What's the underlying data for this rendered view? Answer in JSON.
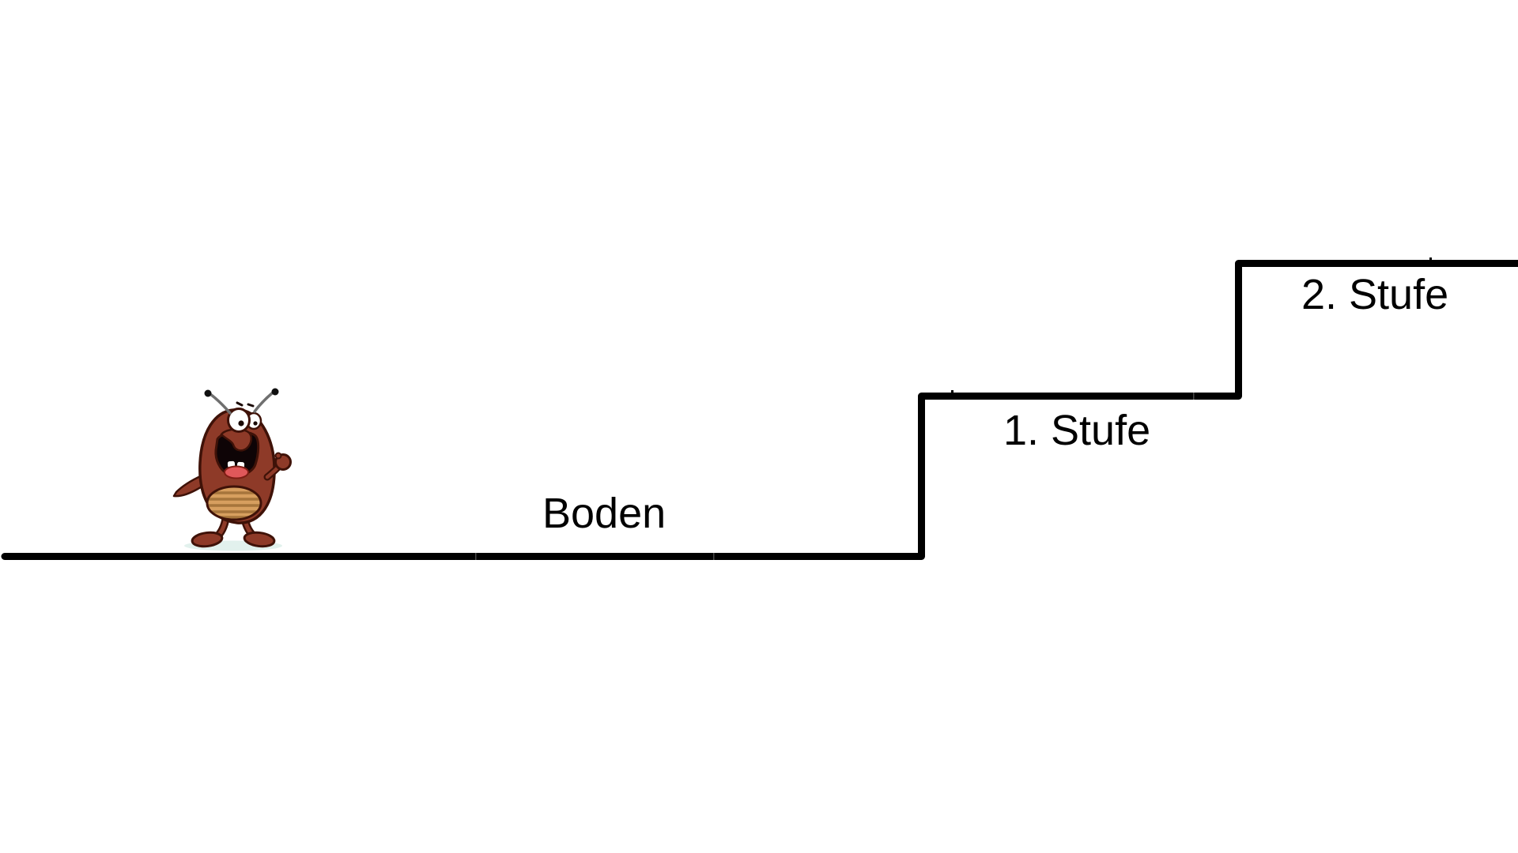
{
  "diagram": {
    "title_hint": "flea-and-staircase-diagram",
    "labels": {
      "floor": "Boden",
      "step1": "1. Stufe",
      "step2": "2. Stufe"
    },
    "character": "flea-cartoon",
    "steps": [
      {
        "name": "Boden",
        "level": 0
      },
      {
        "name": "1. Stufe",
        "level": 1
      },
      {
        "name": "2. Stufe",
        "level": 2
      }
    ],
    "colors": {
      "background": "#ffffff",
      "line": "#000000",
      "text": "#000000",
      "flea_body": "#8e3a28",
      "flea_outline": "#3f1208",
      "flea_belly": "#d79f5f",
      "flea_belly_stripe": "#a6753c",
      "flea_tongue": "#e0585a",
      "flea_shadow": "#e2f1ed"
    }
  }
}
